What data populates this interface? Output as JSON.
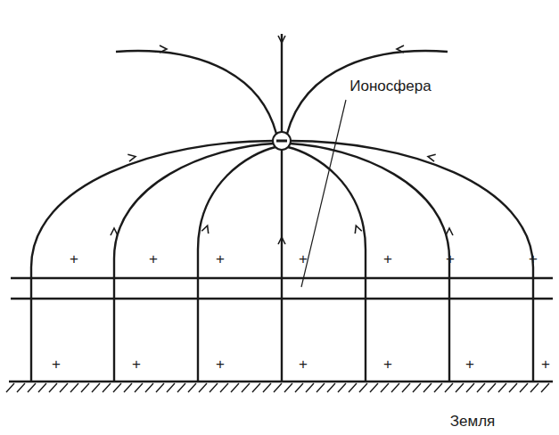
{
  "diagram": {
    "labels": [
      "Ионосфера",
      "+",
      "+",
      "+",
      "+",
      "+",
      "+",
      "+",
      "+",
      "+",
      "+",
      "+",
      "+",
      "+",
      "+",
      "Земля"
    ]
  }
}
